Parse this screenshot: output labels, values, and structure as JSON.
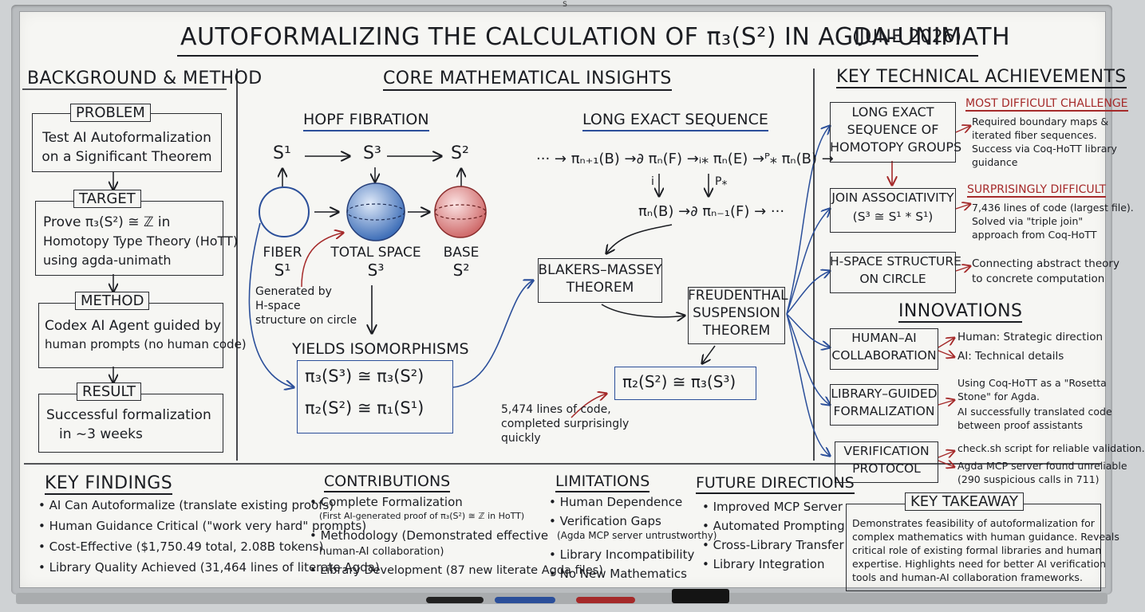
{
  "title": "AUTOFORMALIZING THE CALCULATION OF π₃(S²) IN AGDA-UNIMATH",
  "title_date": "(JUNE 2026)",
  "background": {
    "heading": "BACKGROUND & METHOD",
    "problem_label": "PROBLEM",
    "problem_text": [
      "Test AI Autoformalization",
      "on a Significant Theorem"
    ],
    "target_label": "TARGET",
    "target_text": [
      "Prove π₃(S²) ≅ ℤ in",
      "Homotopy Type Theory (HoTT)",
      "using agda-unimath"
    ],
    "method_label": "METHOD",
    "method_text": [
      "Codex AI Agent guided by",
      "human prompts (no human code)"
    ],
    "result_label": "RESULT",
    "result_text": [
      "Successful formalization",
      "in ~3 weeks"
    ]
  },
  "core": {
    "heading": "CORE MATHEMATICAL INSIGHTS",
    "hopf_heading": "HOPF FIBRATION",
    "hopf_top": [
      "S¹",
      "S³",
      "S²"
    ],
    "fiber_label": [
      "FIBER",
      "S¹"
    ],
    "total_label": [
      "TOTAL SPACE",
      "S³"
    ],
    "base_label": [
      "BASE",
      "S²"
    ],
    "generated_note": [
      "Generated by",
      "H-space",
      "structure on circle"
    ],
    "yields_heading": "YIELDS ISOMORPHISMS",
    "iso1": "π₃(S³) ≅ π₃(S²)",
    "iso2": "π₂(S²) ≅ π₁(S¹)",
    "les_heading": "LONG EXACT SEQUENCE",
    "les_row1": "··· → πₙ₊₁(B) →∂ πₙ(F) →ᵢ⁎ πₙ(E) →ᴾ⁎ πₙ(B) →",
    "les_row2": "πₙ(B) →∂ πₙ₋₁(F) → ···",
    "les_i": "i",
    "les_p": "P⁎",
    "blakers": [
      "BLAKERS–MASSEY",
      "THEOREM"
    ],
    "freudenthal": [
      "FREUDENTHAL",
      "SUSPENSION",
      "THEOREM"
    ],
    "freud_iso": "π₂(S²) ≅ π₃(S³)",
    "lines_note": [
      "5,474 lines of code,",
      "completed surprisingly",
      "quickly"
    ]
  },
  "achievements": {
    "heading": "KEY TECHNICAL ACHIEVEMENTS",
    "les_box": [
      "LONG EXACT",
      "SEQUENCE OF",
      "HOMOTOPY GROUPS"
    ],
    "most_difficult": "MOST DIFFICULT CHALLENGE",
    "les_note": [
      "Required boundary maps &",
      "iterated fiber sequences.",
      "Success via Coq-HoTT library",
      "guidance"
    ],
    "join_box": [
      "JOIN ASSOCIATIVITY",
      "(S³ ≅ S¹ * S¹)"
    ],
    "surprisingly": "SURPRISINGLY DIFFICULT",
    "join_note": [
      "7,436 lines of code (largest file).",
      "Solved via \"triple join\"",
      "approach from Coq-HoTT"
    ],
    "hspace_box": [
      "H-SPACE STRUCTURE",
      "ON CIRCLE"
    ],
    "hspace_note": [
      "Connecting abstract theory",
      "to concrete computation"
    ],
    "innovations_heading": "INNOVATIONS",
    "human_ai_box": [
      "HUMAN–AI",
      "COLLABORATION"
    ],
    "human_ai_note1": "Human: Strategic direction",
    "human_ai_note2": "AI: Technical details",
    "library_box": [
      "LIBRARY–GUIDED",
      "FORMALIZATION"
    ],
    "library_note": [
      "Using Coq-HoTT as a \"Rosetta",
      "Stone\" for Agda.",
      "AI successfully translated code",
      "between proof assistants"
    ],
    "verify_box": [
      "VERIFICATION",
      "PROTOCOL"
    ],
    "verify_note1": "check.sh script for reliable validation.",
    "verify_note2": [
      "Agda MCP server found unreliable",
      "(290 suspicious calls in 711)"
    ]
  },
  "findings": {
    "heading": "KEY FINDINGS",
    "items": [
      "• AI Can Autoformalize (translate existing proofs)",
      "• Human Guidance Critical (\"work very hard\" prompts)",
      "• Cost-Effective ($1,750.49 total, 2.08B tokens)",
      "• Library Quality Achieved (31,464 lines of literate Agda)"
    ]
  },
  "contributions": {
    "heading": "CONTRIBUTIONS",
    "item1": "• Complete Formalization",
    "item1_sub": "(First AI-generated proof of π₃(S²) ≅ ℤ in HoTT)",
    "item2": "• Methodology (Demonstrated effective",
    "item2_sub": "human-AI collaboration)",
    "item3": "• Library Development (87 new literate Agda files)"
  },
  "limitations": {
    "heading": "LIMITATIONS",
    "item1": "• Human Dependence",
    "item2": "• Verification Gaps",
    "item2_sub": "(Agda MCP server untrustworthy)",
    "item3": "• Library Incompatibility",
    "item4": "• No New Mathematics"
  },
  "future": {
    "heading": "FUTURE DIRECTIONS",
    "items": [
      "• Improved MCP Server",
      "• Automated Prompting",
      "• Cross-Library Transfer",
      "• Library Integration"
    ]
  },
  "takeaway": {
    "heading": "KEY TAKEAWAY",
    "lines": [
      "Demonstrates feasibility of autoformalization for",
      "complex mathematics with human guidance. Reveals",
      "critical role of existing formal libraries and human",
      "expertise. Highlights need for better AI verification",
      "tools and human-AI collaboration frameworks."
    ]
  },
  "tray_tag": "S",
  "colors": {
    "ink": "#1b1d22",
    "blue": "#2b4f9a",
    "red": "#a52a2a",
    "board": "#f6f6f3"
  }
}
